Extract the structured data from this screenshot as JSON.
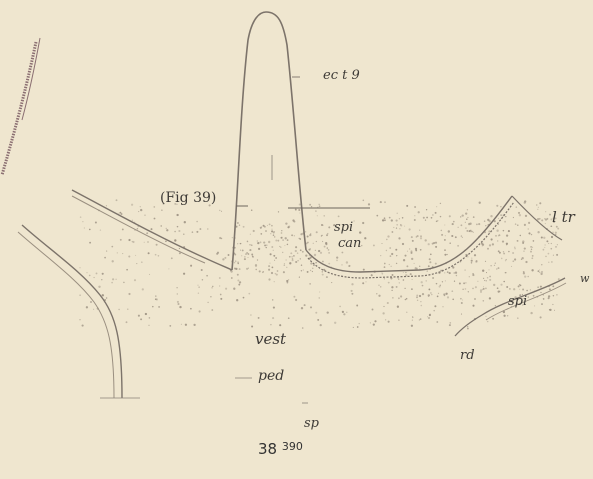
{
  "labels": {
    "ect": "ec t 9",
    "fig_ref": "(Fig 39)",
    "spi_can_1": "spi",
    "spi_can_2": "can",
    "l_tr": "l tr",
    "edge": "w",
    "spi_right": "spi",
    "vest": "vest",
    "rd": "rd",
    "ped": "ped",
    "sp": "sp"
  },
  "caption": {
    "number": "38",
    "mag": "390"
  },
  "colors": {
    "background": "#efe6cf",
    "line": "#7c736a",
    "stipple": "#9a8f80"
  }
}
